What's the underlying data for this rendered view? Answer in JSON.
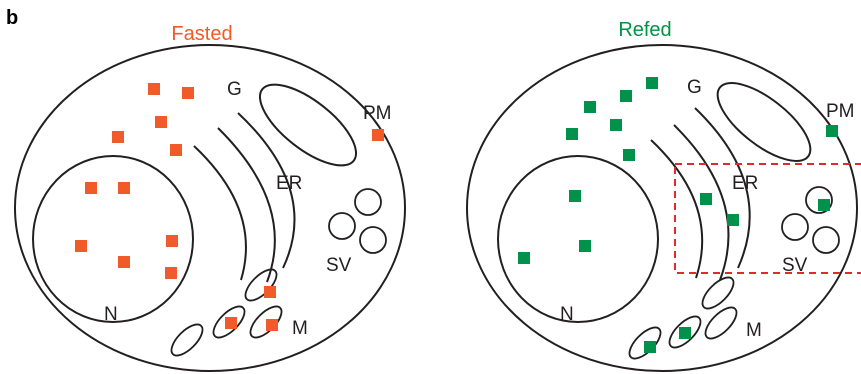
{
  "panel_letter": "b",
  "fasted": {
    "title": "Fasted",
    "title_color": "#f15a29",
    "marker_color": "#f15a29",
    "labels": {
      "golgi": "G",
      "plasma_membrane": "PM",
      "er": "ER",
      "secretory_vesicles": "SV",
      "nucleus": "N",
      "mitochondria": "M"
    }
  },
  "refed": {
    "title": "Refed",
    "title_color": "#009444",
    "marker_color": "#00924a",
    "labels": {
      "golgi": "G",
      "plasma_membrane": "PM",
      "er": "ER",
      "secretory_vesicles": "SV",
      "nucleus": "N",
      "mitochondria": "M"
    },
    "highlight_box_color": "#e8262d"
  }
}
